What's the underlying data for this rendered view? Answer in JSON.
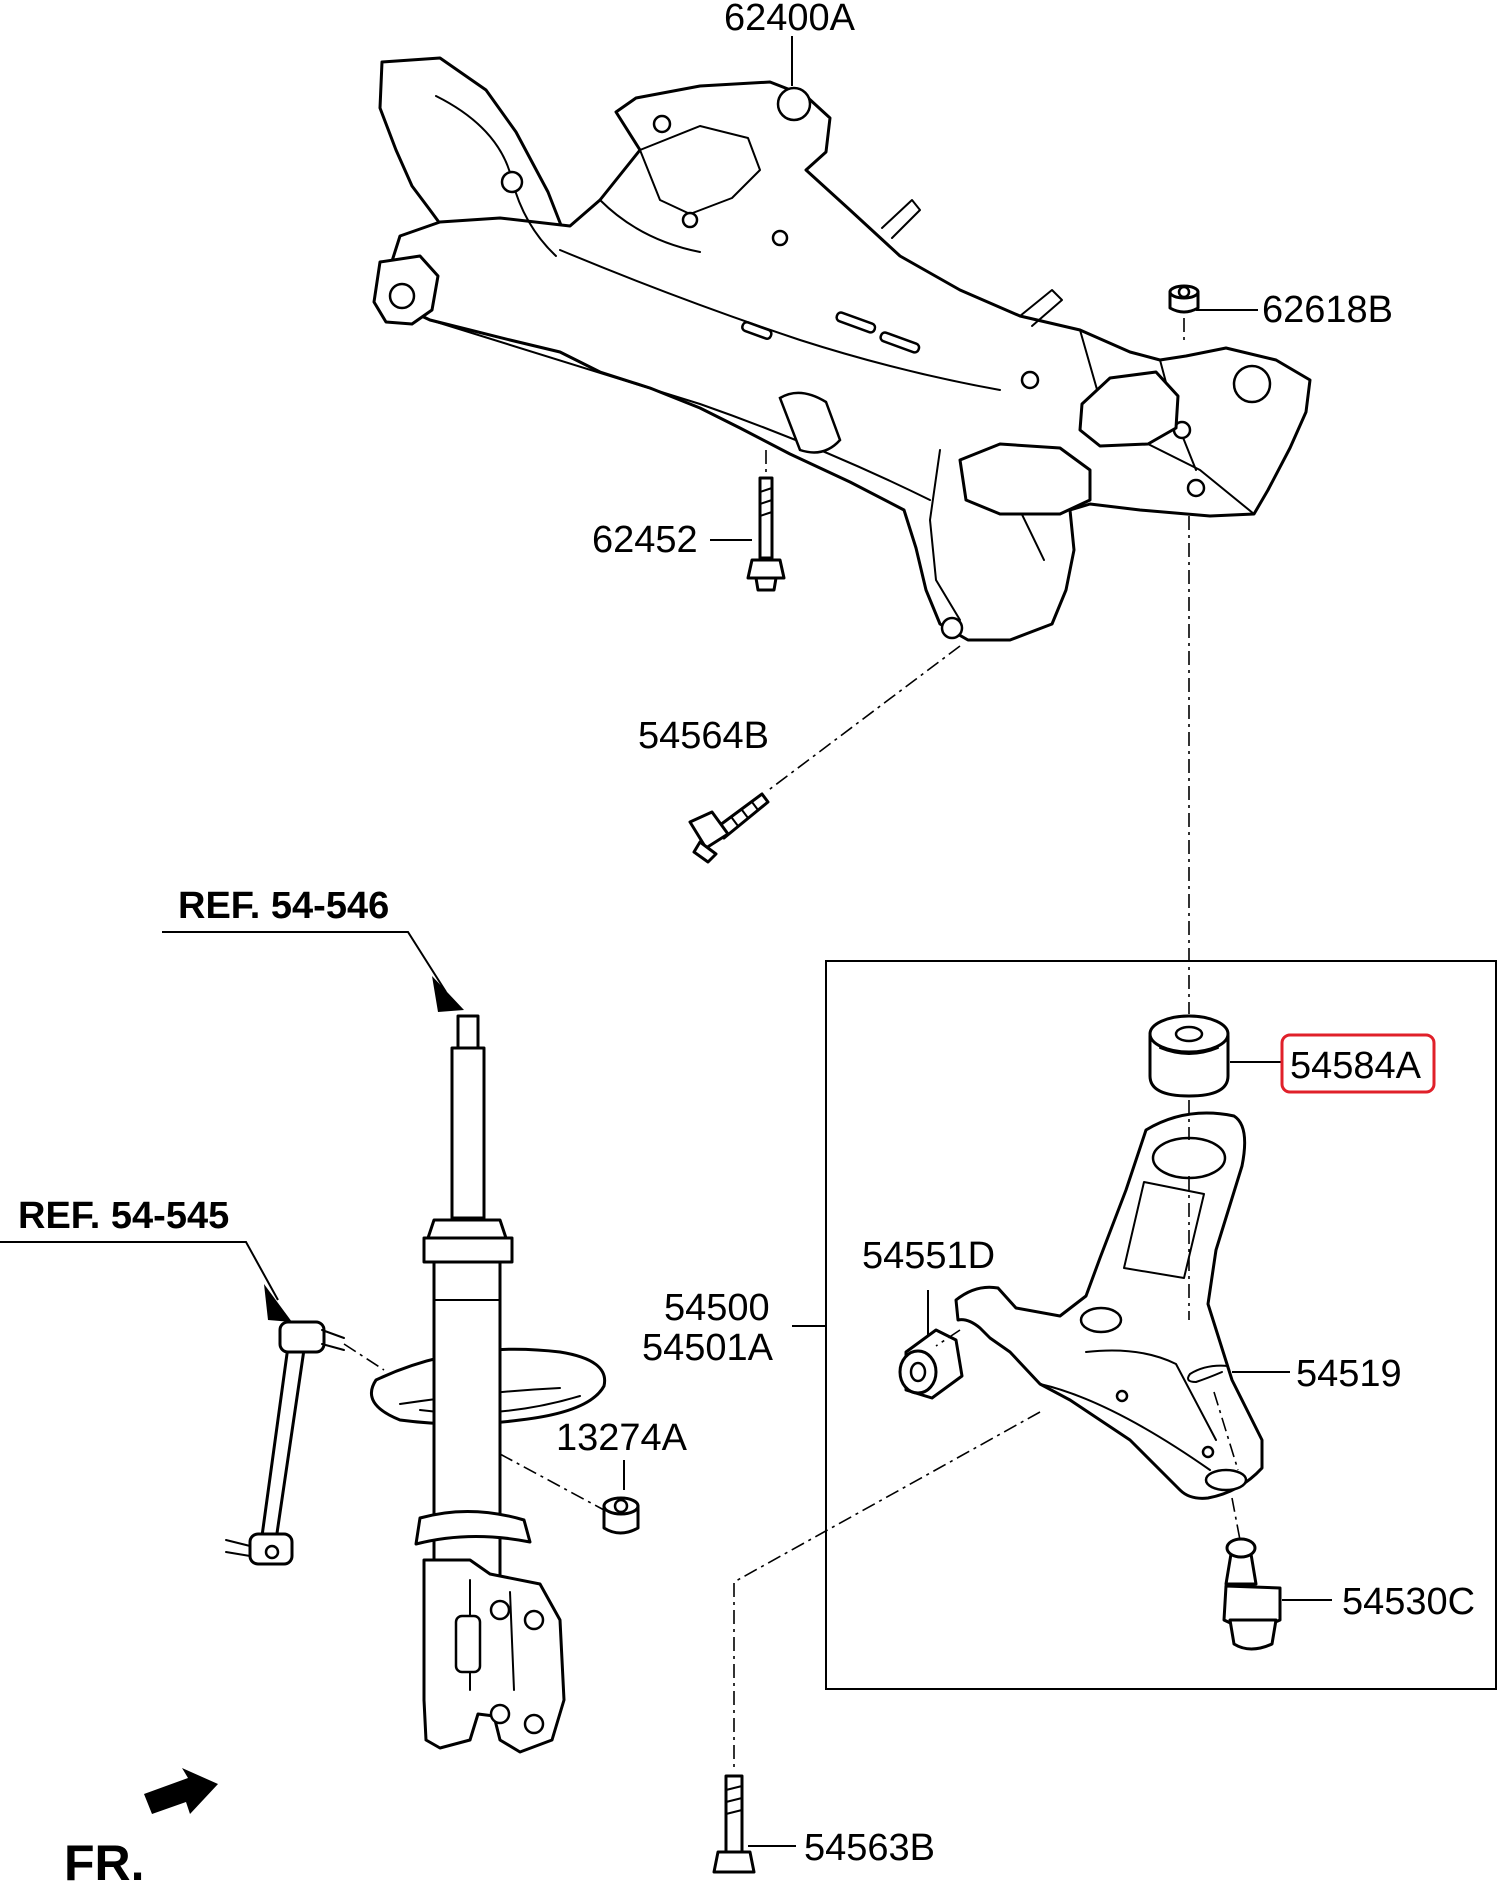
{
  "diagram": {
    "parts": {
      "subframe": "62400A",
      "subframe_nut": "62618B",
      "subframe_bolt": "62452",
      "mount_bolt": "54564B",
      "bushing_rear": "54584A",
      "bushing_front": "54551D",
      "lower_arm_line1": "54500",
      "lower_arm_line2": "54501A",
      "snap_ring": "54519",
      "ball_joint": "54530C",
      "strut_nut": "13274A",
      "arm_bolt": "54563B"
    },
    "references": {
      "strut": "REF. 54-546",
      "stabilizer_link": "REF. 54-545"
    },
    "direction": "FR.",
    "highlight_color": "#e0202a",
    "highlighted_part": "54584A"
  }
}
